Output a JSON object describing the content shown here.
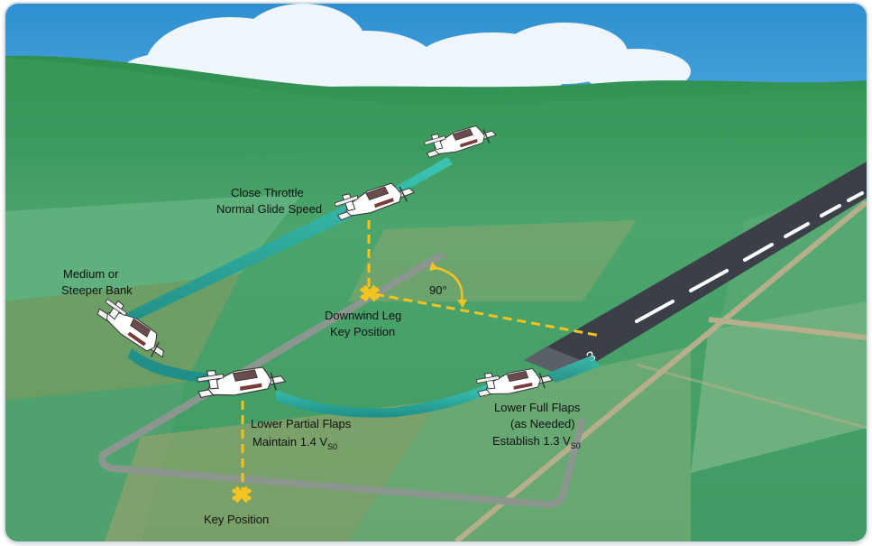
{
  "labels": {
    "close_throttle": "Close Throttle",
    "normal_glide_speed": "Normal Glide Speed",
    "medium_or": "Medium or",
    "steeper_bank": "Steeper Bank",
    "angle": "90°",
    "downwind_leg": "Downwind Leg",
    "key_position_1": "Key Position",
    "lower_partial_flaps": "Lower Partial Flaps",
    "maintain": "Maintain 1.4 V",
    "maintain_sub": "S0",
    "lower_full_flaps": "Lower Full Flaps",
    "as_needed": "(as Needed)",
    "establish": "Establish 1.3 V",
    "establish_sub": "S0",
    "key_position_2": "Key Position"
  },
  "colors": {
    "sky": "#3d9bd8",
    "cloud": "#e9f3fb",
    "field_green": "#4aa56e",
    "field_light": "#79bb8a",
    "field_tan": "#a7a66c",
    "path": "#2fb5a8",
    "reference": "#f5c31f",
    "runway": "#3b3f47",
    "outline": "#7d8a84"
  }
}
